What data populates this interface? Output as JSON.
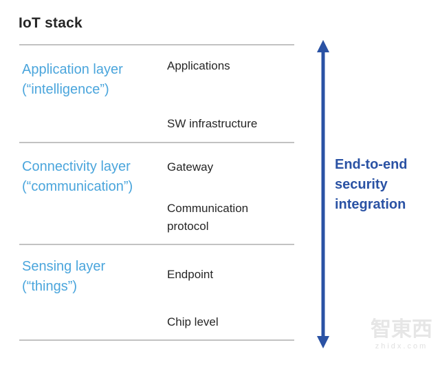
{
  "title": "IoT stack",
  "layers": [
    {
      "name": "Application layer",
      "subtitle": "(“intelligence”)",
      "items": [
        "Applications",
        "SW infrastructure"
      ]
    },
    {
      "name": "Connectivity layer",
      "subtitle": "(“communication”)",
      "items": [
        "Gateway",
        "Communication protocol"
      ]
    },
    {
      "name": "Sensing layer",
      "subtitle": "(“things”)",
      "items": [
        "Endpoint",
        "Chip level"
      ]
    }
  ],
  "annotation": {
    "label": "End-to-end security integration",
    "arrow_direction": "vertical-double-headed"
  },
  "watermark": {
    "logo": "智東西",
    "url": "zhidx.com"
  },
  "colors": {
    "layer_label": "#4aa5dc",
    "annotation_blue": "#2a52a4",
    "body_text": "#262626",
    "divider": "#c2c2c2"
  }
}
